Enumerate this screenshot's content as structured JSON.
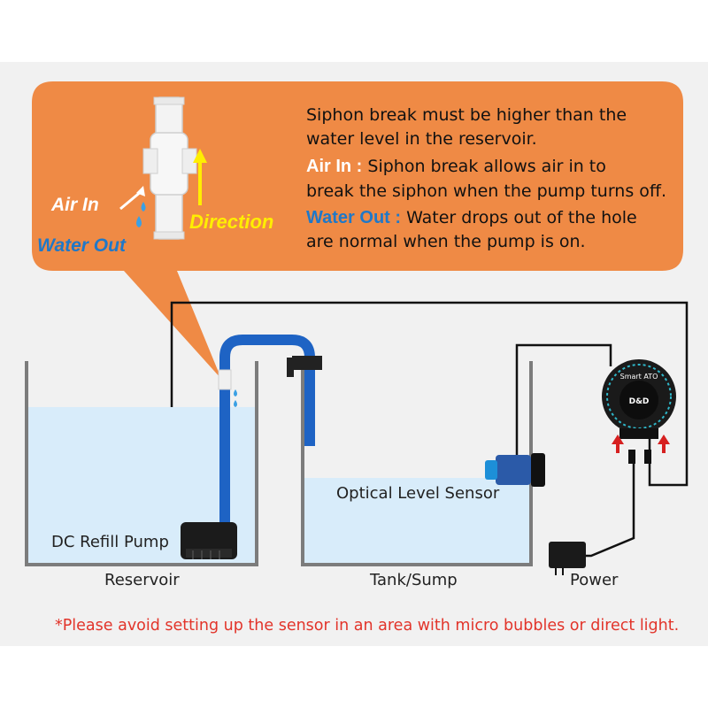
{
  "callout": {
    "line1": "Siphon break must be higher than the",
    "line2": "water level in the reservoir.",
    "air_in_label": "Air In :",
    "air_in_text1": "Siphon break allows air in to",
    "air_in_text2": "break the siphon when the pump turns off.",
    "water_out_label": "Water Out :",
    "water_out_text1": "Water drops out of the hole",
    "water_out_text2": "are normal when the pump is on.",
    "fig_air_in": "Air In",
    "fig_water_out": "Water Out",
    "fig_direction": "Direction"
  },
  "labels": {
    "pump": "DC Refill Pump",
    "sensor": "Optical Level Sensor",
    "reservoir": "Reservoir",
    "tank": "Tank/Sump",
    "power": "Power",
    "controller_name": "Smart ATO",
    "controller_logo": "D&D"
  },
  "note": "*Please avoid setting up the sensor in an area with micro bubbles or direct light.",
  "colors": {
    "callout_bg": "#ef8a45",
    "water": "#d8ecfa",
    "pipe": "#1e63c4",
    "note_red": "#e2342a",
    "accent_blue": "#1f78c8",
    "arrow_yellow": "#ffee00"
  }
}
